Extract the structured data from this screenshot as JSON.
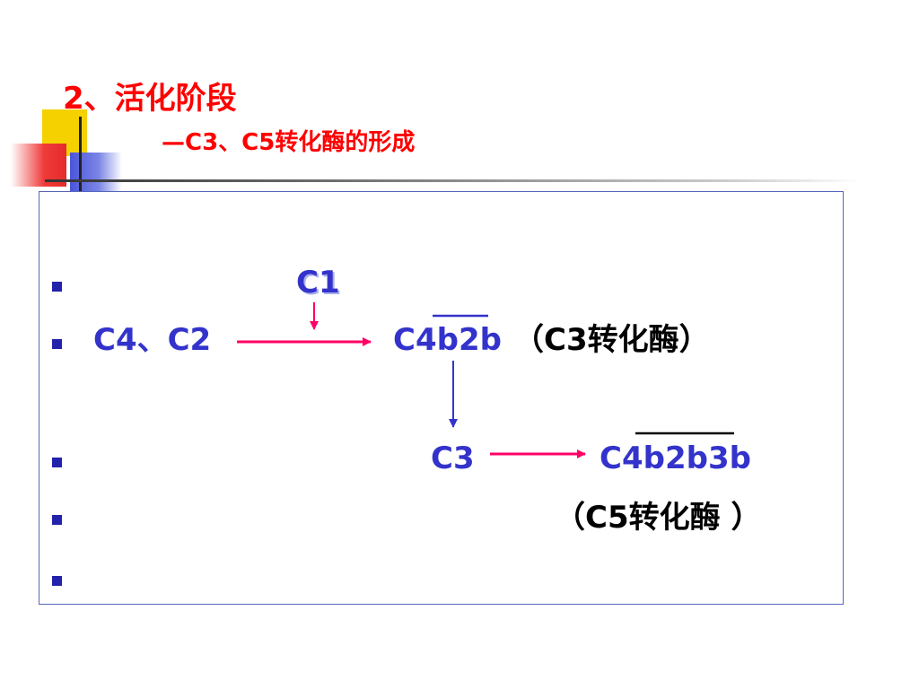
{
  "title": {
    "main": "2、活化阶段",
    "sub": "—C3、C5转化酶的形成"
  },
  "diagram": {
    "c1": "C1",
    "substrate": "C4、C2",
    "c3_convertase": "C4b2b",
    "c3_convertase_label": "（C3转化酶）",
    "c3": "C3",
    "c5_convertase": "C4b2b3b",
    "c5_convertase_label": "（C5转化酶 ）"
  },
  "colors": {
    "title": "#ff0000",
    "text_blue": "#3333cc",
    "arrow_red": "#ff0066",
    "arrow_blue": "#3333cc"
  }
}
